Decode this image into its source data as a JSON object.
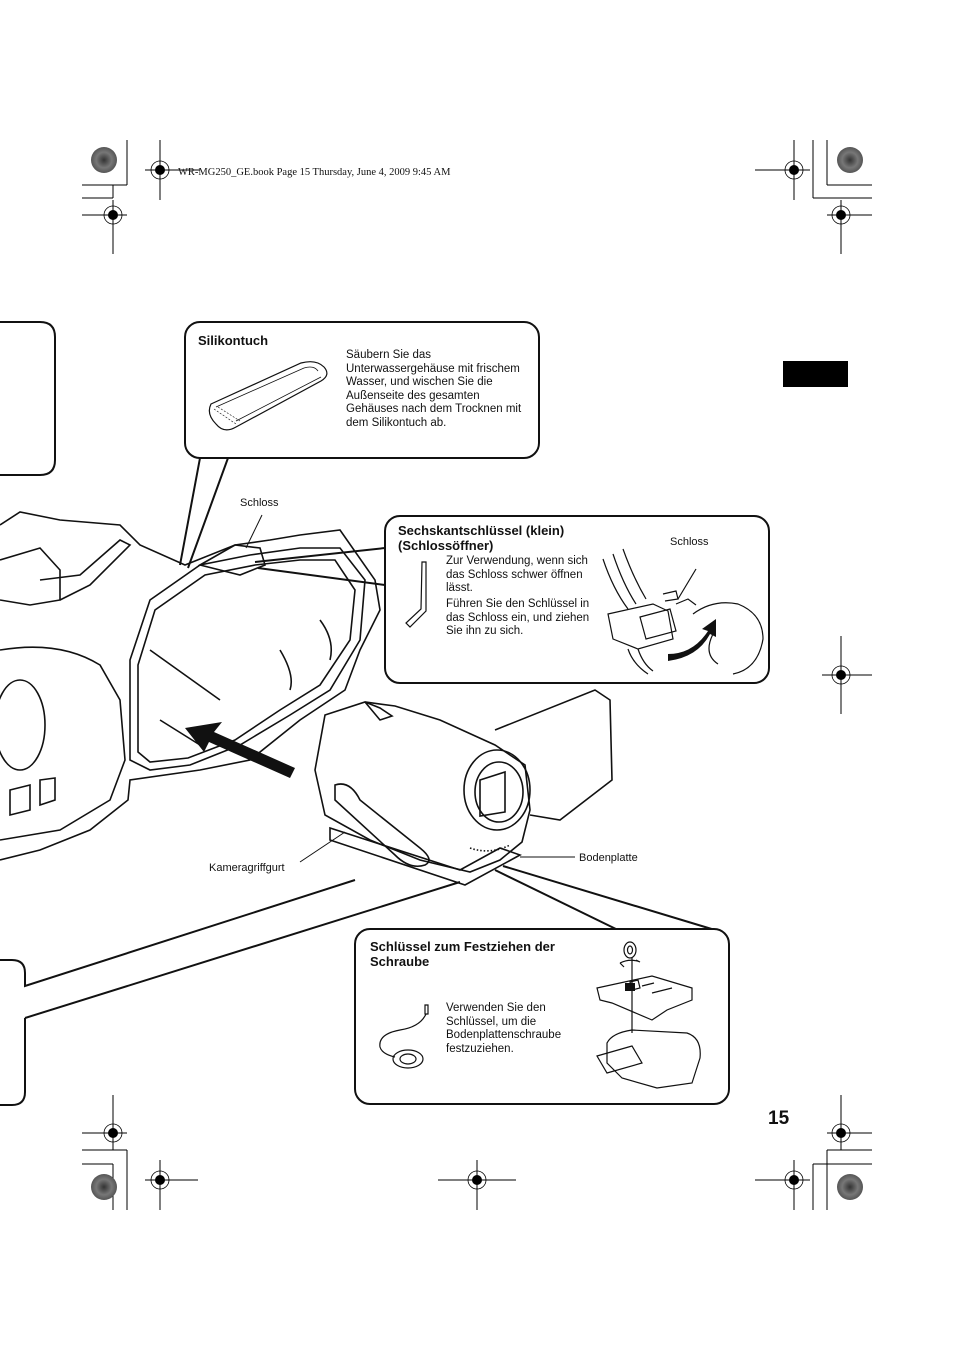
{
  "header": {
    "print_info": "WR-MG250_GE.book  Page 15  Thursday, June 4, 2009  9:45 AM"
  },
  "page": {
    "number": "15",
    "section_tab_color": "#000000"
  },
  "callouts": {
    "silicone_cloth": {
      "title": "Silikontuch",
      "text": "Säubern Sie das Unterwassergehäuse mit frischem Wasser, und wischen Sie die Außenseite des gesamten Gehäuses nach dem Trocknen mit dem Silikontuch ab."
    },
    "hex_key": {
      "title_line1": "Sechskantschlüssel (klein)",
      "title_line2": "(Schlossöffner)",
      "text1": "Zur Verwendung, wenn sich das Schloss schwer öffnen lässt.",
      "text2": "Führen Sie den Schlüssel in das Schloss ein, und ziehen Sie ihn zu sich.",
      "inset_label": "Schloss"
    },
    "screw_key": {
      "title_line1": "Schlüssel zum Festziehen der",
      "title_line2": "Schraube",
      "text": "Verwenden Sie den Schlüssel, um die Bodenplattenschraube festzuziehen."
    }
  },
  "labels": {
    "lock": "Schloss",
    "camera_strap": "Kameragriffgurt",
    "base_plate": "Bodenplatte"
  },
  "icons": [
    "registration-mark-icon",
    "color-target-icon",
    "silicone-cloth-icon",
    "hex-key-icon",
    "lock-inset-illustration",
    "screw-key-icon",
    "base-plate-illustration",
    "camcorder-illustration",
    "housing-illustration",
    "insert-arrow-icon"
  ]
}
